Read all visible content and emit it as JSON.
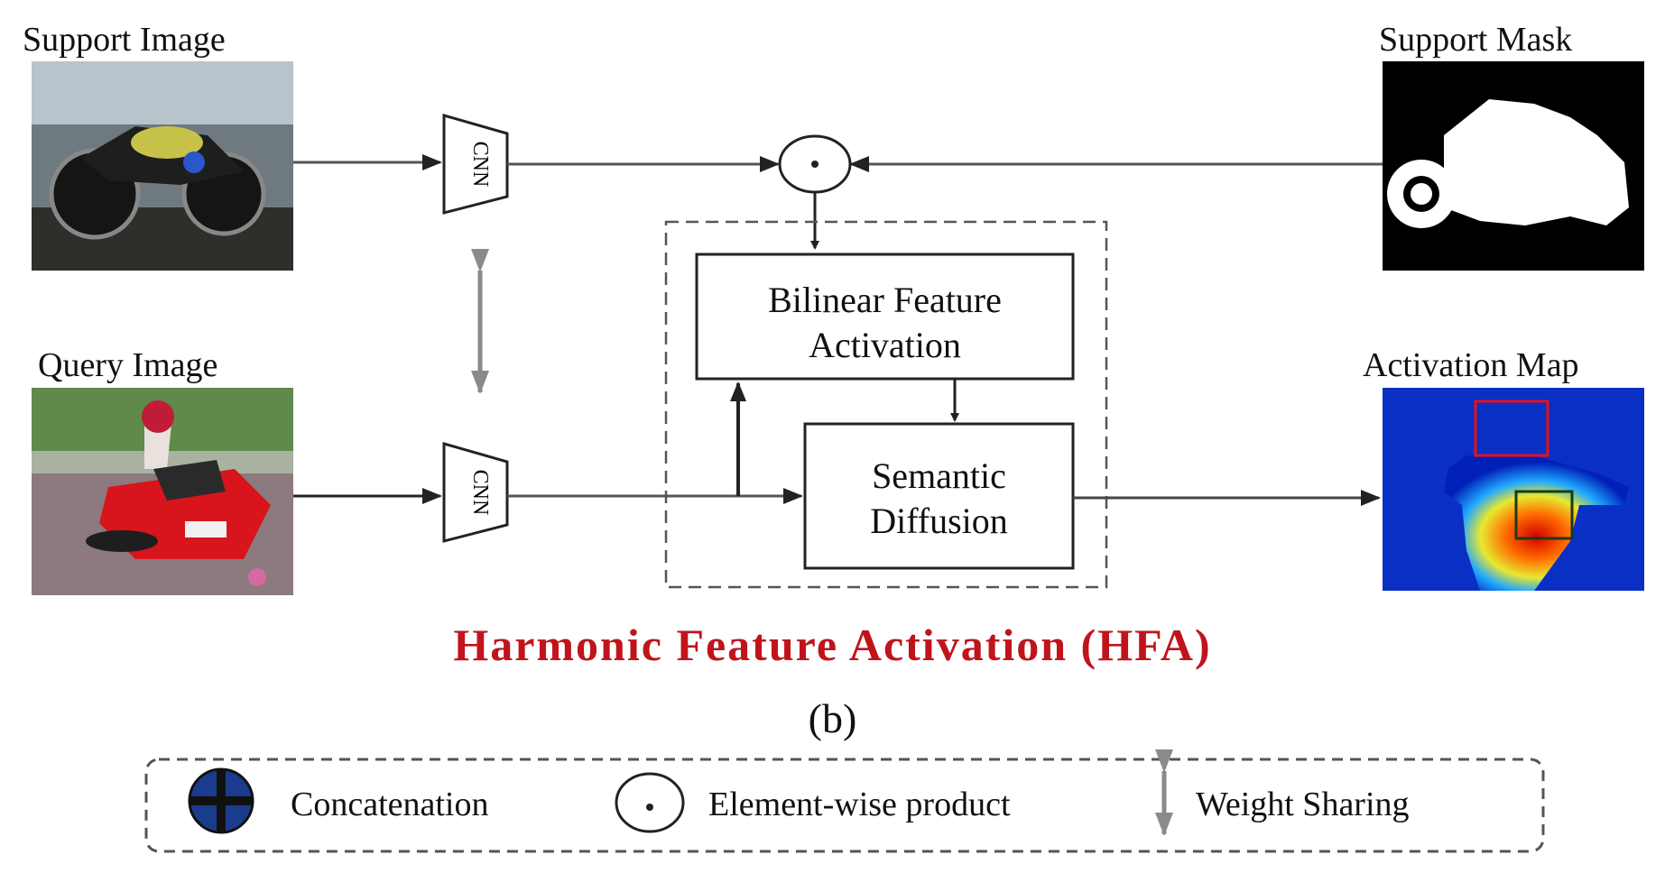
{
  "labels": {
    "support_image": "Support Image",
    "support_mask": "Support Mask",
    "query_image": "Query Image",
    "activation_map": "Activation Map"
  },
  "cnn_label": "CNN",
  "boxes": {
    "bilinear": [
      "Bilinear Feature",
      "Activation"
    ],
    "semantic": [
      "Semantic",
      "Diffusion"
    ]
  },
  "operator_symbol": "·",
  "title": "Harmonic Feature Activation (HFA)",
  "caption": "(b)",
  "legend": {
    "concatenation": "Concatenation",
    "element_wise": "Element-wise product",
    "weight_sharing": "Weight Sharing"
  },
  "colors": {
    "title": "#c0141c",
    "arrow": "#222222",
    "weight_sharing_arrow": "#8a8a8a"
  },
  "icons": [
    "motorbike-photo",
    "motorbike-mask",
    "motorbike-query-photo",
    "activation-heatmap"
  ]
}
